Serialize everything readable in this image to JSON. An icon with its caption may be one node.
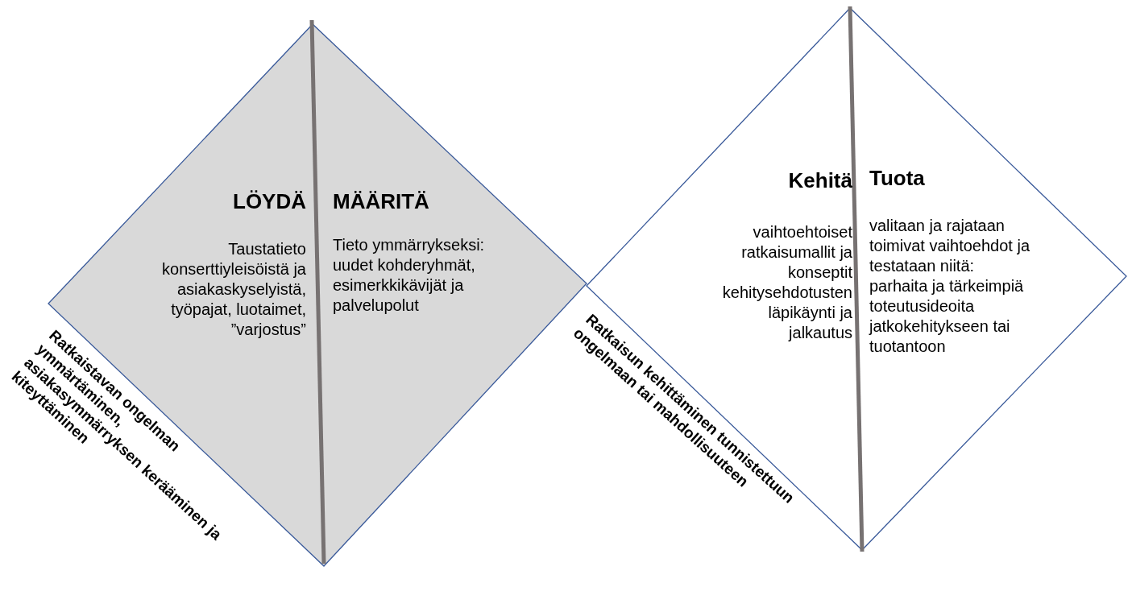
{
  "diagram": {
    "nodes": [
      {
        "text": [],
        "shape": "diamond"
      },
      {
        "text": [
          "LÖYDÄ",
          "Taustatieto konserttiyleisöistä ja asiakaskyselyistä, työpajat, luotaimet, ”varjostus”"
        ],
        "in": 0
      },
      {
        "text": [
          "MÄÄRITÄ",
          "Tieto ymmärrykseksi: uudet kohderyhmät, esimerkkikävijät ja palvelupolut"
        ],
        "in": 0
      },
      {
        "text": [],
        "shape": "diamond"
      },
      {
        "text": [
          "Kehitä",
          "vaihtoehtoiset ratkaisumallit ja konseptit kehitysehdotusten läpikäynti ja jalkautus"
        ],
        "in": 3
      },
      {
        "text": [
          "Tuota",
          "valitaan ja rajataan toimivat vaihtoehdot ja testataan niitä: parhaita ja tärkeimpiä toteutusideoita jatkokehitykseen tai tuotantoon"
        ],
        "in": 3
      }
    ],
    "labels": [
      "Ratkaistavan ongelman ymmärtäminen, asiakasymmärryksen kerääminen ja kiteyttäminen",
      "Ratkaisun kehittäminen tunnistettuun ongelmaan tai mahdollisuuteen"
    ]
  }
}
